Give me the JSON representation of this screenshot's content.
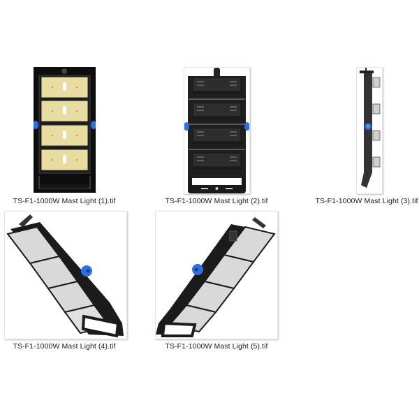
{
  "view": "file-explorer-large-icons",
  "accent_colors": {
    "knob_blue": "#2f6fe0",
    "housing_black": "#1b1b1b",
    "led_panel_warm": "#e8dca0",
    "led_panel_cool": "#d9d9d9"
  },
  "files": [
    {
      "name": "TS-F1-1000W Mast Light (1).tif",
      "view": "front-lit"
    },
    {
      "name": "TS-F1-1000W Mast Light (2).tif",
      "view": "back"
    },
    {
      "name": "TS-F1-1000W Mast Light (3).tif",
      "view": "side"
    },
    {
      "name": "TS-F1-1000W Mast Light (4).tif",
      "view": "angled-left"
    },
    {
      "name": "TS-F1-1000W Mast Light (5).tif",
      "view": "angled-right"
    }
  ]
}
